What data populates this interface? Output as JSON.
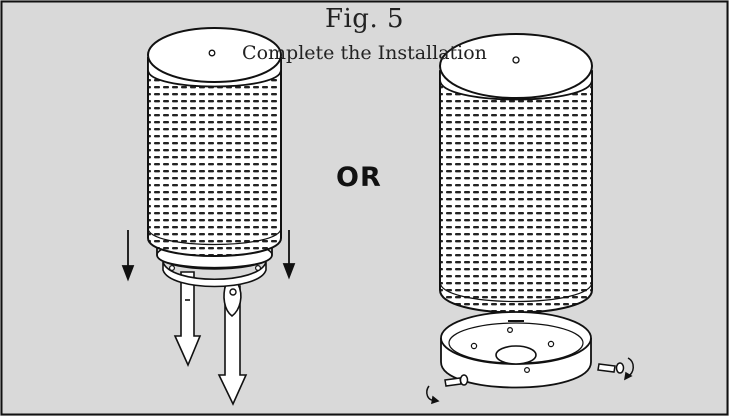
{
  "figure": {
    "title": "Fig. 5",
    "subtitle": "Complete the Installation",
    "separator_text": "OR"
  },
  "colors": {
    "background": "#d9d9d9",
    "line": "#111111",
    "fill": "#ffffff"
  },
  "illustrations": [
    {
      "id": "stake-mount",
      "icon": "lantern-on-ground-stakes-icon",
      "arrows": "down-arrow-icon"
    },
    {
      "id": "base-mount",
      "icon": "lantern-with-base-plate-icon",
      "fasteners": "screw-icon"
    }
  ]
}
